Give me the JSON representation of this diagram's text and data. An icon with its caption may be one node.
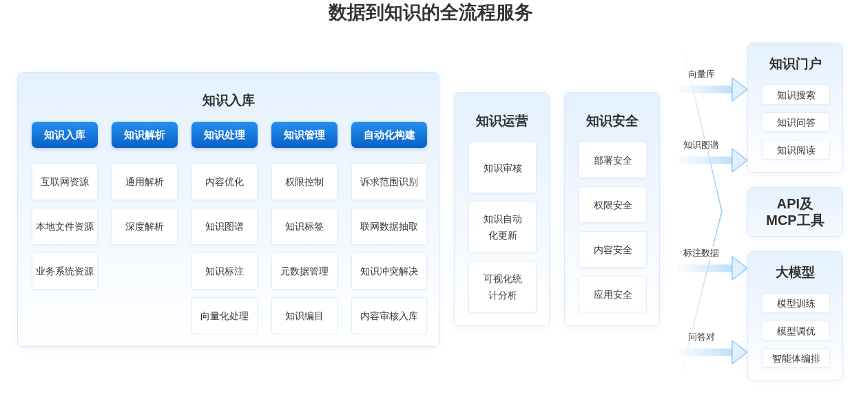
{
  "diagram": {
    "title": "数据到知识的全流程服务",
    "nodes": [
      {
        "text": [
          "知识入库"
        ]
      },
      {
        "text": [
          "知识入库"
        ],
        "in": 0
      },
      {
        "text": [
          "互联网资源"
        ],
        "in": 0
      },
      {
        "text": [
          "本地文件资源"
        ],
        "in": 0
      },
      {
        "text": [
          "业务系统资源"
        ],
        "in": 0
      },
      {
        "text": [
          "知识解析"
        ],
        "in": 0
      },
      {
        "text": [
          "通用解析"
        ],
        "in": 0
      },
      {
        "text": [
          "深度解析"
        ],
        "in": 0
      },
      {
        "text": [
          "知识处理"
        ],
        "in": 0
      },
      {
        "text": [
          "内容优化"
        ],
        "in": 0
      },
      {
        "text": [
          "知识图谱"
        ],
        "in": 0
      },
      {
        "text": [
          "知识标注"
        ],
        "in": 0
      },
      {
        "text": [
          "向量化处理"
        ],
        "in": 0
      },
      {
        "text": [
          "知识管理"
        ],
        "in": 0
      },
      {
        "text": [
          "权限控制"
        ],
        "in": 0
      },
      {
        "text": [
          "知识标签"
        ],
        "in": 0
      },
      {
        "text": [
          "元数据管理"
        ],
        "in": 0
      },
      {
        "text": [
          "知识编目"
        ],
        "in": 0
      },
      {
        "text": [
          "自动化构建"
        ],
        "in": 0
      },
      {
        "text": [
          "诉求范围识别"
        ],
        "in": 0
      },
      {
        "text": [
          "联网数据抽取"
        ],
        "in": 0
      },
      {
        "text": [
          "知识冲突解决"
        ],
        "in": 0
      },
      {
        "text": [
          "内容审核入库"
        ],
        "in": 0
      },
      {
        "text": [
          "知识运营"
        ]
      },
      {
        "text": [
          "知识审核"
        ],
        "in": 23
      },
      {
        "text": [
          "知识自动化更新"
        ],
        "in": 23
      },
      {
        "text": [
          "可视化统计分析"
        ],
        "in": 23
      },
      {
        "text": [
          "知识安全"
        ]
      },
      {
        "text": [
          "部署安全"
        ],
        "in": 27
      },
      {
        "text": [
          "权限安全"
        ],
        "in": 27
      },
      {
        "text": [
          "内容安全"
        ],
        "in": 27
      },
      {
        "text": [
          "应用安全"
        ],
        "in": 27
      },
      {
        "text": [
          "知识门户"
        ]
      },
      {
        "text": [
          "知识搜索"
        ],
        "in": 32
      },
      {
        "text": [
          "知识问答"
        ],
        "in": 32
      },
      {
        "text": [
          "知识阅读"
        ],
        "in": 32
      },
      {
        "text": [
          "API及MCP工具"
        ]
      },
      {
        "text": [
          "大模型"
        ]
      },
      {
        "text": [
          "模型训练"
        ],
        "in": 37
      },
      {
        "text": [
          "模型调优"
        ],
        "in": 37
      },
      {
        "text": [
          "智能体编排"
        ],
        "in": 37
      }
    ],
    "edges": [
      {
        "from": null,
        "to": 32,
        "arrow": "to",
        "label": "向量库"
      },
      {
        "from": null,
        "to": 32,
        "arrow": "to",
        "label": "知识图谱"
      },
      {
        "from": null,
        "to": 37,
        "arrow": "to",
        "label": "标注数据"
      },
      {
        "from": null,
        "to": 37,
        "arrow": "to",
        "label": "问答对"
      }
    ]
  }
}
